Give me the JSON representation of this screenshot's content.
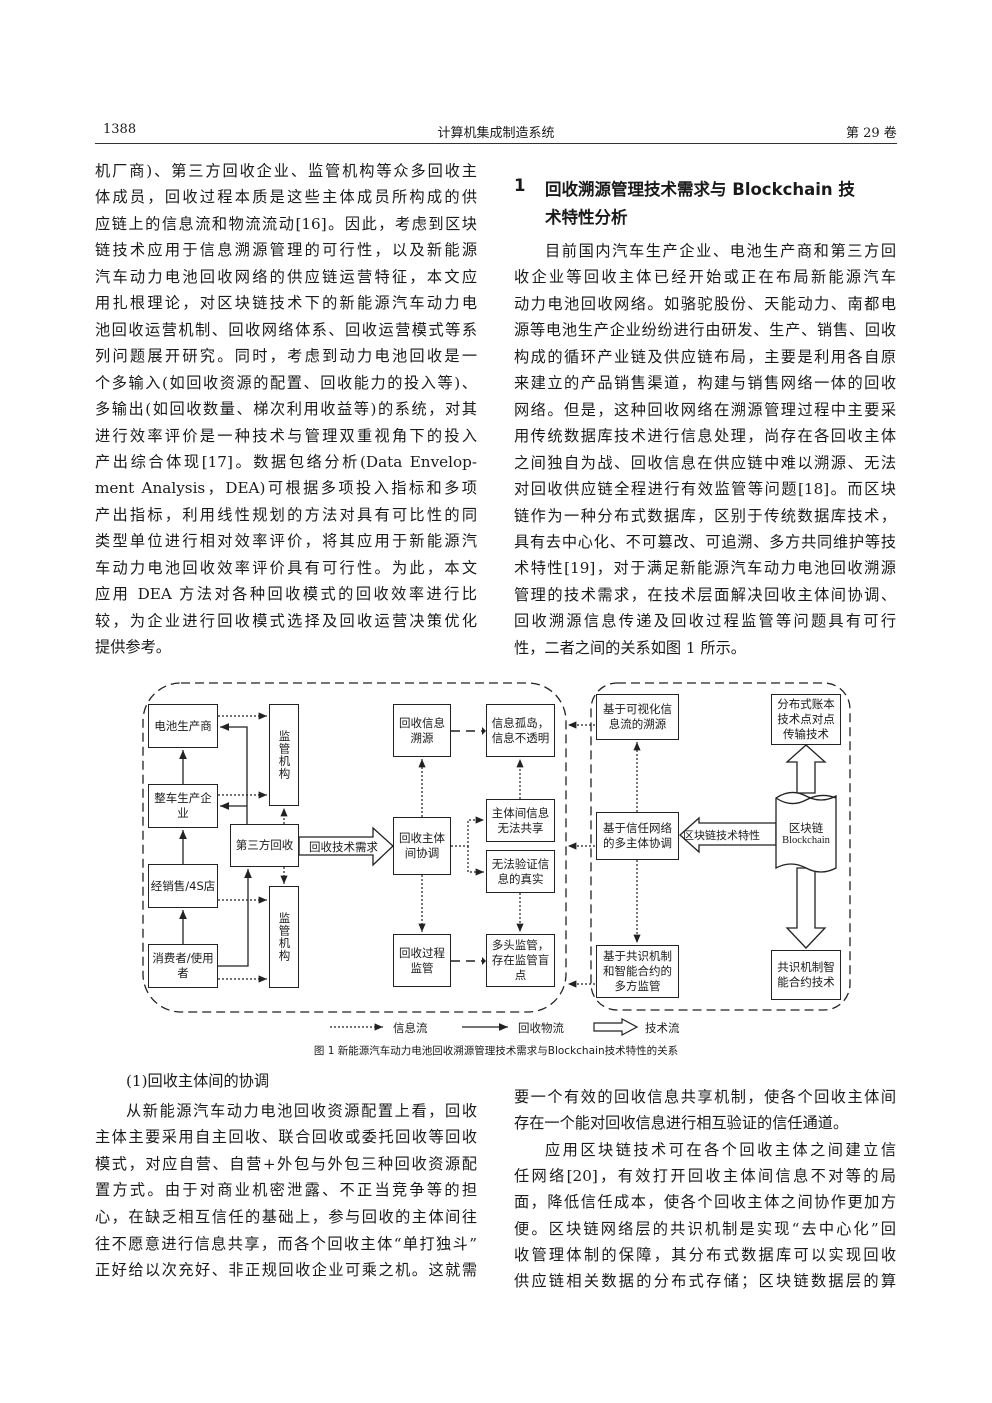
{
  "header": {
    "page_number": "1388",
    "journal": "计算机集成制造系统",
    "volume": "第 29 卷"
  },
  "left_top": {
    "lines": [
      "机厂商)、第三方回收企业、监管机构等众多回收主",
      "体成员，回收过程本质是这些主体成员所构成的供",
      "应链上的信息流和物流流动[16]。因此，考虑到区块",
      "链技术应用于信息溯源管理的可行性，以及新能源",
      "汽车动力电池回收网络的供应链运营特征，本文应",
      "用扎根理论，对区块链技术下的新能源汽车动力电",
      "池回收运营机制、回收网络体系、回收运营模式等系",
      "列问题展开研究。同时，考虑到动力电池回收是一",
      "个多输入(如回收资源的配置、回收能力的投入等)、",
      "多输出(如回收数量、梯次利用收益等)的系统，对其",
      "进行效率评价是一种技术与管理双重视角下的投入",
      "产出综合体现[17]。数据包络分析(Data Envelop-",
      "ment Analysis，DEA)可根据多项投入指标和多项",
      "产出指标，利用线性规划的方法对具有可比性的同",
      "类型单位进行相对效率评价，将其应用于新能源汽",
      "车动力电池回收效率评价具有可行性。为此，本文",
      "应用 DEA 方法对各种回收模式的回收效率进行比",
      "较，为企业进行回收模式选择及回收运营决策优化",
      "提供参考。"
    ]
  },
  "section": {
    "number": "1",
    "title_line1": "回收溯源管理技术需求与 Blockchain 技",
    "title_line2": "术特性分析"
  },
  "right_top": {
    "lines": [
      "目前国内汽车生产企业、电池生产商和第三方回",
      "收企业等回收主体已经开始或正在布局新能源汽车",
      "动力电池回收网络。如骆驼股份、天能动力、南都电",
      "源等电池生产企业纷纷进行由研发、生产、销售、回收",
      "构成的循环产业链及供应链布局，主要是利用各自原",
      "来建立的产品销售渠道，构建与销售网络一体的回收",
      "网络。但是，这种回收网络在溯源管理过程中主要采",
      "用传统数据库技术进行信息处理，尚存在各回收主体",
      "之间独自为战、回收信息在供应链中难以溯源、无法",
      "对回收供应链全程进行有效监管等问题[18]。而区块",
      "链作为一种分布式数据库，区别于传统数据库技术，",
      "具有去中心化、不可篡改、可追溯、多方共同维护等技",
      "术特性[19]，对于满足新能源汽车动力电池回收溯源",
      "管理的技术需求，在技术层面解决回收主体间协调、",
      "回收溯源信息传递及回收过程监管等问题具有可行",
      "性，二者之间的关系如图 1 所示。"
    ]
  },
  "figure": {
    "boxes": {
      "battery_maker": "电池生产商",
      "regulator_top": "监管机构",
      "vehicle_maker": "整车生产企业",
      "third_party": "第三方回收",
      "dealer": "经销售/4S店",
      "regulator_bottom": "监管机构",
      "consumer": "消费者/使用者",
      "trace": "回收信息溯源",
      "info_island": "信息孤岛，信息不透明",
      "coordination": "回收主体间协调",
      "no_share": "主体间信息无法共享",
      "no_verify": "无法验证信息的真实",
      "process_supervision": "回收过程监管",
      "multi_supervision": "多头监管，存在监管盲点",
      "visual_trace": "基于可视化信息流的溯源",
      "ledger": "分布式账本技术点对点传输技术",
      "trust_network": "基于信任网络的多主体协调",
      "blockchain_cn": "区块链",
      "blockchain_en": "Blockchain",
      "consensus_supervision": "基于共识机制和智能合约的多方监管",
      "consensus_tech": "共识机制智能合约技术"
    },
    "arrows": {
      "demand": "回收技术需求",
      "features": "区块链技术特性"
    },
    "legend": {
      "info_flow": "信息流",
      "logistics": "回收物流",
      "tech_flow": "技术流"
    },
    "caption": "图 1   新能源汽车动力电池回收溯源管理技术需求与Blockchain技术特性的关系"
  },
  "left_bottom": {
    "lines": [
      "(1)回收主体间的协调",
      "从新能源汽车动力电池回收资源配置上看，回收",
      "主体主要采用自主回收、联合回收或委托回收等回收",
      "模式，对应自营、自营+外包与外包三种回收资源配",
      "置方式。由于对商业机密泄露、不正当竞争等的担",
      "心，在缺乏相互信任的基础上，参与回收的主体间往",
      "往不愿意进行信息共享，而各个回收主体“单打独斗”",
      "正好给以次充好、非正规回收企业可乘之机。这就需"
    ]
  },
  "right_bottom": {
    "lines": [
      "要一个有效的回收信息共享机制，使各个回收主体间",
      "存在一个能对回收信息进行相互验证的信任通道。",
      "应用区块链技术可在各个回收主体之间建立信",
      "任网络[20]，有效打开回收主体间信息不对等的局",
      "面，降低信任成本，使各个回收主体之间协作更加方",
      "便。区块链网络层的共识机制是实现“去中心化”回",
      "收管理体制的保障，其分布式数据库可以实现回收",
      "供应链相关数据的分布式存储；区块链数据层的算"
    ]
  }
}
